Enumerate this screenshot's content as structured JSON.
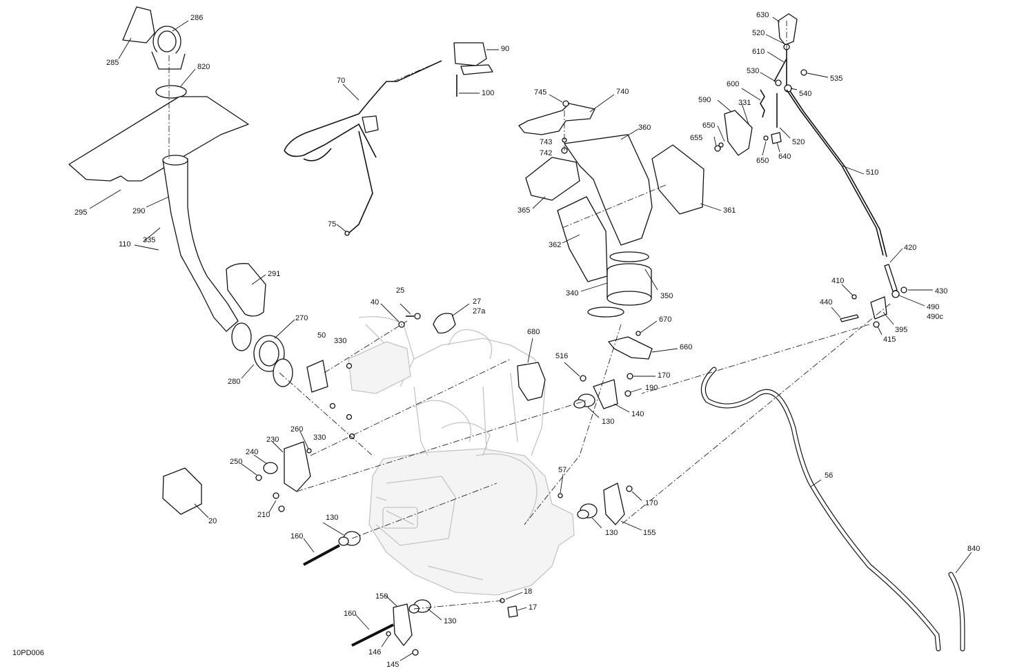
{
  "reference_code": "10PD006",
  "callouts": [
    {
      "id": "c285",
      "text": "285"
    },
    {
      "id": "c286",
      "text": "286"
    },
    {
      "id": "c820",
      "text": "820"
    },
    {
      "id": "c295",
      "text": "295"
    },
    {
      "id": "c290",
      "text": "290"
    },
    {
      "id": "c335",
      "text": "335"
    },
    {
      "id": "c110",
      "text": "110"
    },
    {
      "id": "c291",
      "text": "291"
    },
    {
      "id": "c270",
      "text": "270"
    },
    {
      "id": "c280",
      "text": "280"
    },
    {
      "id": "c50",
      "text": "50"
    },
    {
      "id": "c330a",
      "text": "330"
    },
    {
      "id": "c330b",
      "text": "330"
    },
    {
      "id": "c40",
      "text": "40"
    },
    {
      "id": "c25",
      "text": "25"
    },
    {
      "id": "c27",
      "text": "27"
    },
    {
      "id": "c27a",
      "text": "27a"
    },
    {
      "id": "c70",
      "text": "70"
    },
    {
      "id": "c90",
      "text": "90"
    },
    {
      "id": "c100",
      "text": "100"
    },
    {
      "id": "c75",
      "text": "75"
    },
    {
      "id": "c745",
      "text": "745"
    },
    {
      "id": "c740",
      "text": "740"
    },
    {
      "id": "c743",
      "text": "743"
    },
    {
      "id": "c742",
      "text": "742"
    },
    {
      "id": "c360",
      "text": "360"
    },
    {
      "id": "c365",
      "text": "365"
    },
    {
      "id": "c361",
      "text": "361"
    },
    {
      "id": "c362",
      "text": "362"
    },
    {
      "id": "c340",
      "text": "340"
    },
    {
      "id": "c350",
      "text": "350"
    },
    {
      "id": "c630",
      "text": "630"
    },
    {
      "id": "c520a",
      "text": "520"
    },
    {
      "id": "c610",
      "text": "610"
    },
    {
      "id": "c530",
      "text": "530"
    },
    {
      "id": "c535",
      "text": "535"
    },
    {
      "id": "c540",
      "text": "540"
    },
    {
      "id": "c600",
      "text": "600"
    },
    {
      "id": "c590",
      "text": "590"
    },
    {
      "id": "c331",
      "text": "331"
    },
    {
      "id": "c650a",
      "text": "650"
    },
    {
      "id": "c655",
      "text": "655"
    },
    {
      "id": "c650b",
      "text": "650"
    },
    {
      "id": "c640",
      "text": "640"
    },
    {
      "id": "c520b",
      "text": "520"
    },
    {
      "id": "c510",
      "text": "510"
    },
    {
      "id": "c420",
      "text": "420"
    },
    {
      "id": "c410",
      "text": "410"
    },
    {
      "id": "c430",
      "text": "430"
    },
    {
      "id": "c440",
      "text": "440"
    },
    {
      "id": "c490",
      "text": "490"
    },
    {
      "id": "c490c",
      "text": "490c"
    },
    {
      "id": "c415",
      "text": "415"
    },
    {
      "id": "c395",
      "text": "395"
    },
    {
      "id": "c680",
      "text": "680"
    },
    {
      "id": "c516",
      "text": "516"
    },
    {
      "id": "c670",
      "text": "670"
    },
    {
      "id": "c660",
      "text": "660"
    },
    {
      "id": "c170a",
      "text": "170"
    },
    {
      "id": "c190",
      "text": "190"
    },
    {
      "id": "c140",
      "text": "140"
    },
    {
      "id": "c130a",
      "text": "130"
    },
    {
      "id": "c230",
      "text": "230"
    },
    {
      "id": "c260",
      "text": "260"
    },
    {
      "id": "c240",
      "text": "240"
    },
    {
      "id": "c250",
      "text": "250"
    },
    {
      "id": "c210",
      "text": "210"
    },
    {
      "id": "c20",
      "text": "20"
    },
    {
      "id": "c57",
      "text": "57"
    },
    {
      "id": "c170b",
      "text": "170"
    },
    {
      "id": "c130b",
      "text": "130"
    },
    {
      "id": "c155",
      "text": "155"
    },
    {
      "id": "c130c",
      "text": "130"
    },
    {
      "id": "c160a",
      "text": "160"
    },
    {
      "id": "c56",
      "text": "56"
    },
    {
      "id": "c840",
      "text": "840"
    },
    {
      "id": "c18",
      "text": "18"
    },
    {
      "id": "c17",
      "text": "17"
    },
    {
      "id": "c150",
      "text": "150"
    },
    {
      "id": "c130d",
      "text": "130"
    },
    {
      "id": "c160b",
      "text": "160"
    },
    {
      "id": "c146",
      "text": "146"
    },
    {
      "id": "c145",
      "text": "145"
    }
  ]
}
